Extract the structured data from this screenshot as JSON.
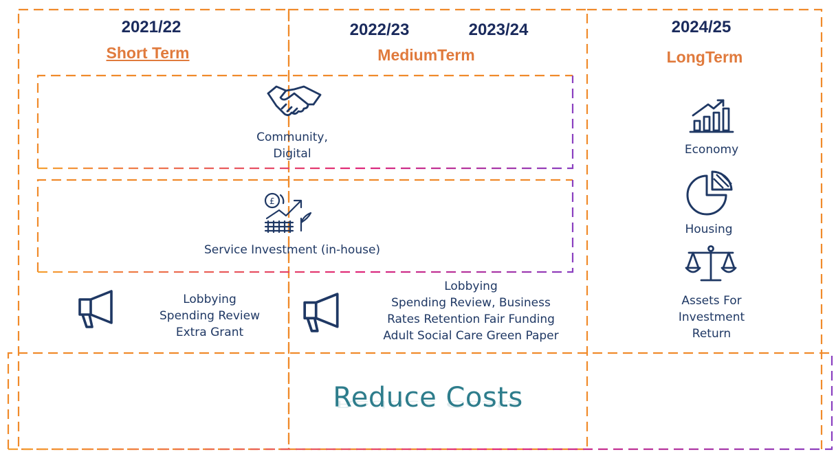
{
  "columns": [
    {
      "year": "2021/22",
      "term": "Short Term"
    },
    {
      "years": [
        "2022/23",
        "2023/24"
      ],
      "term": "MediumTerm"
    },
    {
      "year": "2024/25",
      "term": "LongTerm"
    }
  ],
  "items": {
    "community": "Community,\nDigital",
    "service_investment": "Service Investment (in-house)",
    "lobbying_short": "Lobbying\nSpending Review\nExtra Grant",
    "lobbying_medium": "Lobbying\nSpending Review, Business\nRates Retention Fair Funding\nAdult Social Care Green Paper",
    "economy": "Economy",
    "housing": "Housing",
    "assets": "Assets For\nInvestment\nReturn"
  },
  "footer": {
    "label": "Reduce Costs"
  },
  "icons": [
    "handshake-icon",
    "investment-growth-icon",
    "megaphone-icon",
    "bar-chart-growth-icon",
    "pie-chart-icon",
    "scales-icon"
  ],
  "colors": {
    "orange": "#f08a2a",
    "purple": "#8a3fc0",
    "magenta": "#e0287a",
    "navy": "#1f3864",
    "teal": "#2e7d8c"
  }
}
